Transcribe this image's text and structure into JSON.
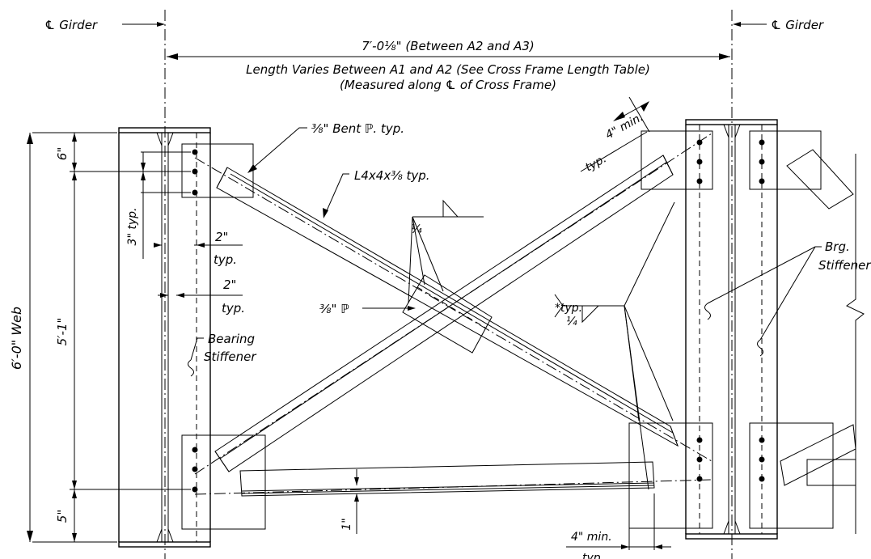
{
  "labels": {
    "cl_girder_left": "℄ Girder",
    "cl_girder_right": "℄ Girder",
    "dim_between_a2_a3": "7′-0⅛\" (Between A2 and A3)",
    "length_varies": "Length Varies Between A1 and A2 (See Cross Frame Length Table)",
    "measured_along": "(Measured along ℄ of Cross Frame)",
    "bent_plate": "⅜\" Bent ℙ. typ.",
    "angle_section": "L4x4x⅜ typ.",
    "web_height": "6′-0\" Web",
    "dim_6": "6\"",
    "dim_5_1": "5′-1\"",
    "dim_5": "5\"",
    "dim_3_typ": "3\" typ.",
    "dim_2a": "2\"",
    "typ_a": "typ.",
    "dim_2b": "2\"",
    "typ_b": "typ.",
    "weld_quarter_top": "¼",
    "plate_38": "⅜\" ℙ",
    "weld_typ_star": "*typ.",
    "weld_quarter_right": "¼",
    "bearing_stiffener": "Bearing\nStiffener",
    "bearing_line1": "Bearing",
    "bearing_line2": "Stiffener",
    "brg_line1": "Brg.",
    "brg_line2": "Stiffener",
    "min_4_top": "4\" min.",
    "typ_top": "typ.",
    "min_4_bottom": "4\" min.",
    "typ_bottom": "typ.",
    "dim_1": "1\""
  }
}
